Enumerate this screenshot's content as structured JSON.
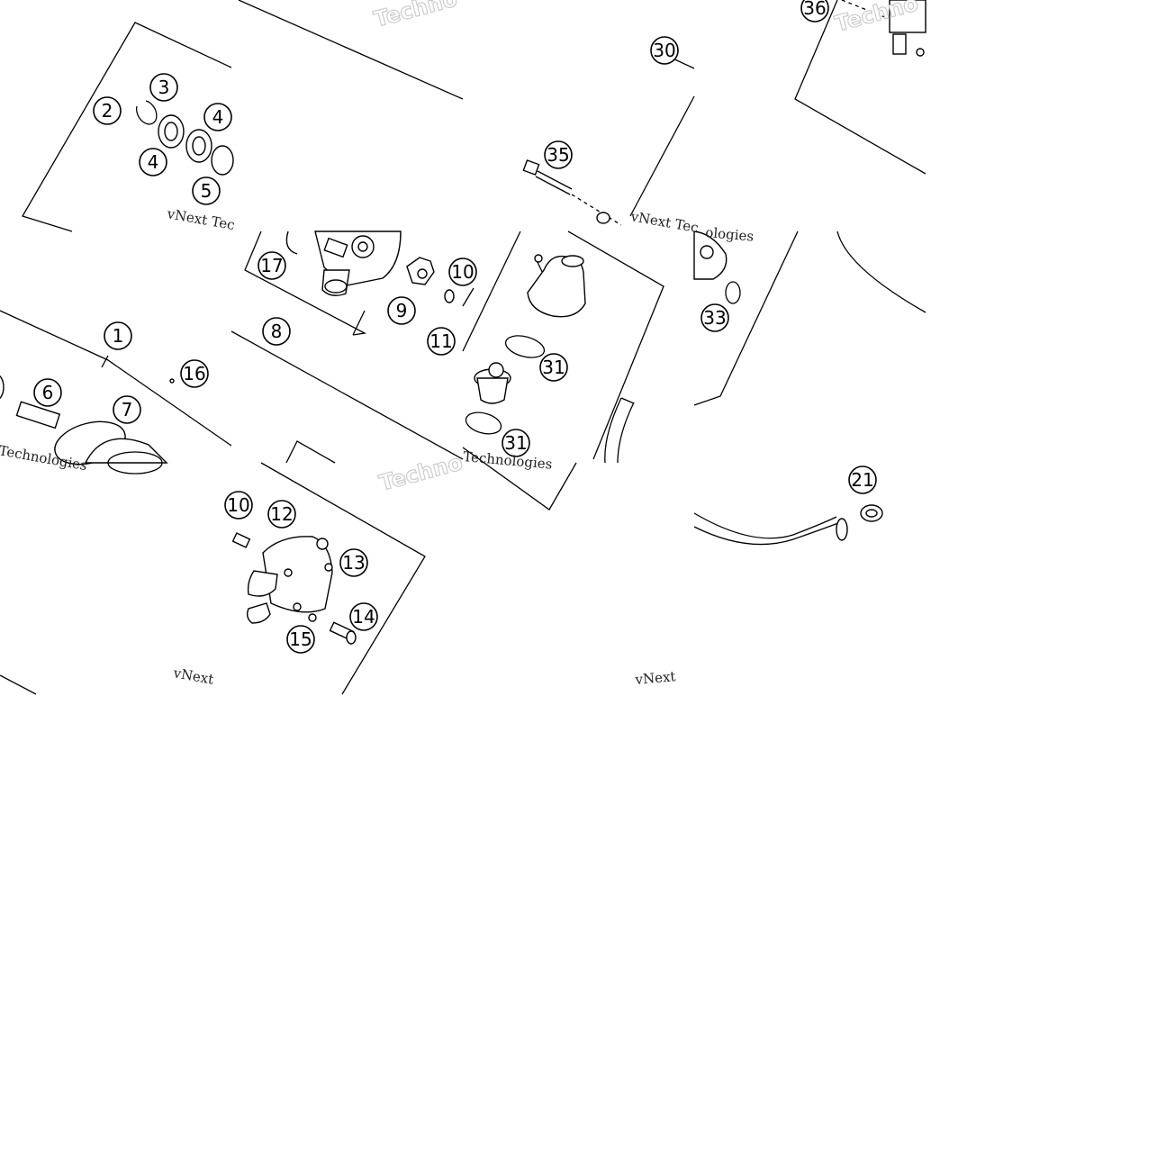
{
  "callouts": {
    "c1": "1",
    "c2a": "2",
    "c3": "3",
    "c4a": "4",
    "c4b": "4",
    "c5": "5",
    "c6": "6",
    "c7": "7",
    "c8": "8",
    "c9": "9",
    "c10a": "10",
    "c10b": "10",
    "c11": "11",
    "c12": "12",
    "c13": "13",
    "c14": "14",
    "c15": "15",
    "c16": "16",
    "c17": "17",
    "c21": "21",
    "c31a": "31",
    "c31b": "31",
    "c33": "33",
    "c35": "35",
    "c36": "36",
    "c30": "30"
  },
  "watermark": {
    "vnext": "vNext",
    "vnext_tec": "vNext Tec",
    "technologies": "Technologies",
    "techno": "Techno",
    "ologies": "ologies"
  }
}
